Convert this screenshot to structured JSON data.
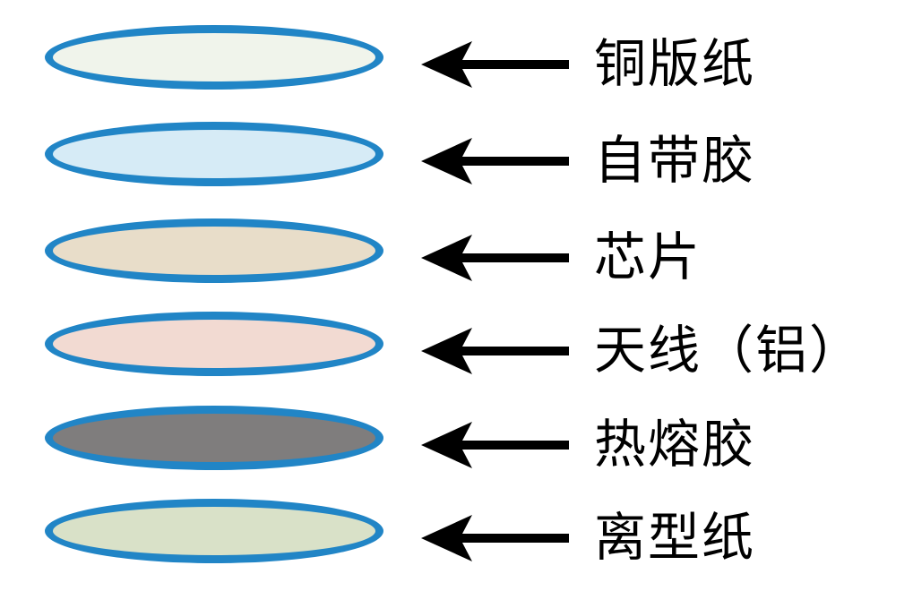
{
  "diagram": {
    "type": "layer-stack",
    "outline_color": "#2185c6",
    "arrow_color": "#000000",
    "text_color": "#000000",
    "background_color": "#ffffff"
  },
  "layers": [
    {
      "label": "铜版纸",
      "fill": "#f0f4eb"
    },
    {
      "label": "自带胶",
      "fill": "#d6ebf6"
    },
    {
      "label": "芯片",
      "fill": "#e8ddc9"
    },
    {
      "label": "天线（铝）",
      "fill": "#f2dad2"
    },
    {
      "label": "热熔胶",
      "fill": "#7f7d7d"
    },
    {
      "label": "离型纸",
      "fill": "#d9e1c8"
    }
  ]
}
